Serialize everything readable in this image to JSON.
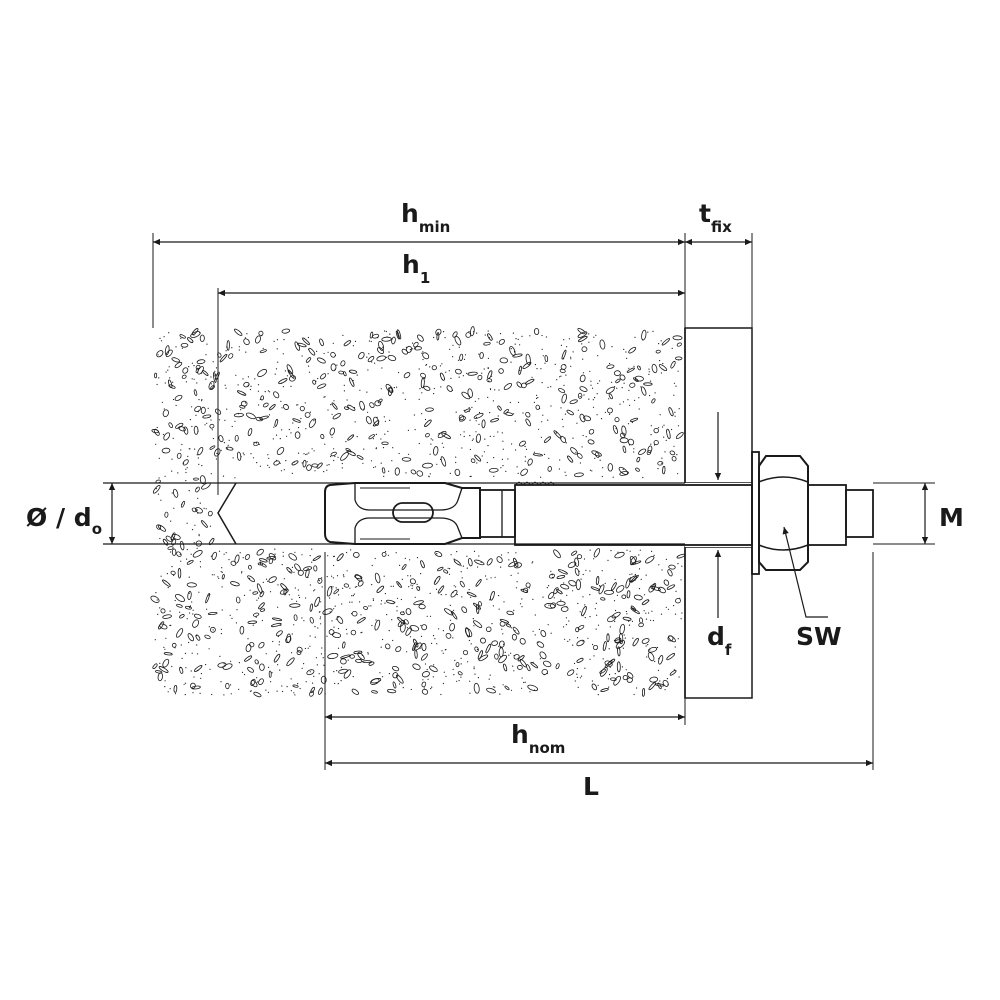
{
  "labels": {
    "h_min": {
      "main": "h",
      "sub": "min"
    },
    "t_fix": {
      "main": "t",
      "sub": "fix"
    },
    "h_1": {
      "main": "h",
      "sub": "1"
    },
    "diameter": {
      "main": "Ø / d",
      "sub": "o"
    },
    "M": {
      "main": "M",
      "sub": ""
    },
    "d_f": {
      "main": "d",
      "sub": "f"
    },
    "SW": {
      "main": "SW",
      "sub": ""
    },
    "h_nom": {
      "main": "h",
      "sub": "nom"
    },
    "L": {
      "main": "L",
      "sub": ""
    }
  },
  "colors": {
    "ink": "#1a1a1a",
    "background": "#ffffff",
    "part_fill": "#ffffff"
  }
}
